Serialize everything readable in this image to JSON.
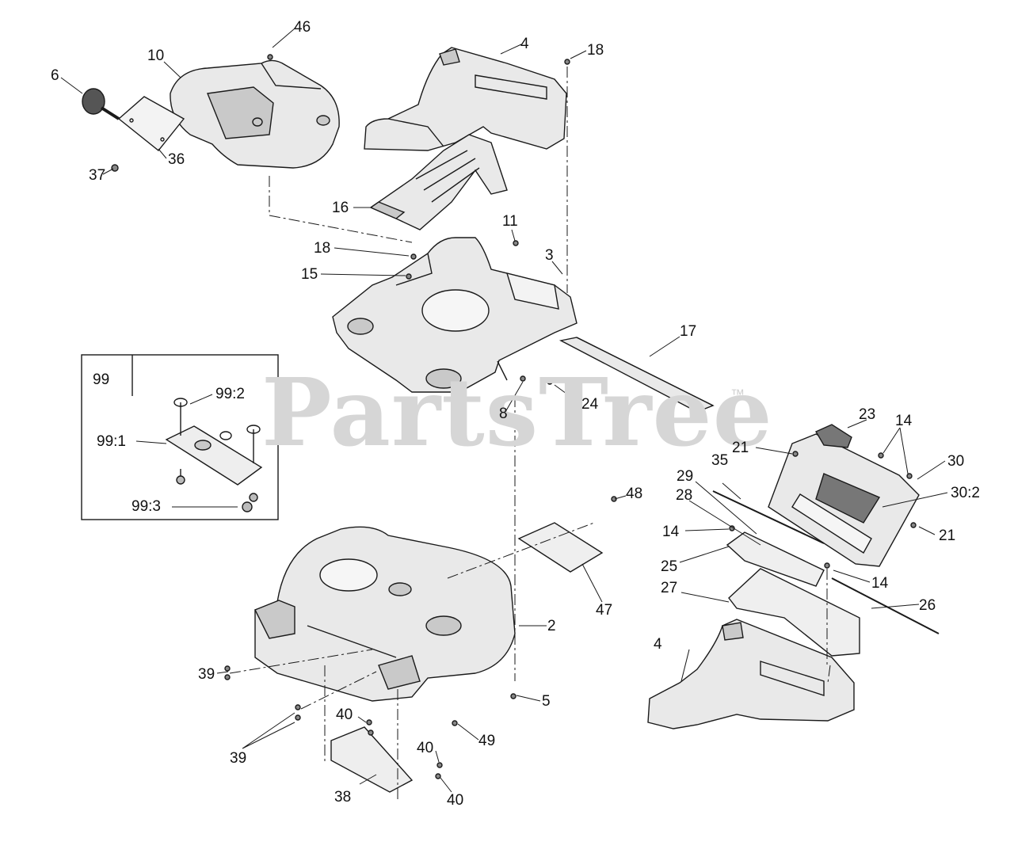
{
  "watermark": {
    "text": "PartsTree",
    "trademark": "™"
  },
  "inset_box": {
    "id": "99"
  },
  "callouts": [
    "46",
    "10",
    "6",
    "36",
    "37",
    "4",
    "18",
    "16",
    "11",
    "18",
    "15",
    "3",
    "17",
    "8",
    "24",
    "99",
    "99:2",
    "99:1",
    "99:3",
    "23",
    "14",
    "21",
    "30",
    "35",
    "29",
    "30:2",
    "28",
    "14",
    "21",
    "25",
    "14",
    "27",
    "26",
    "48",
    "47",
    "2",
    "4",
    "39",
    "5",
    "39",
    "40",
    "49",
    "40",
    "38",
    "40"
  ],
  "colors": {
    "line": "#1a1a1a",
    "part_fill": "#e9e9e9",
    "part_shade": "#c9c9c9",
    "watermark": "#d6d6d6"
  }
}
